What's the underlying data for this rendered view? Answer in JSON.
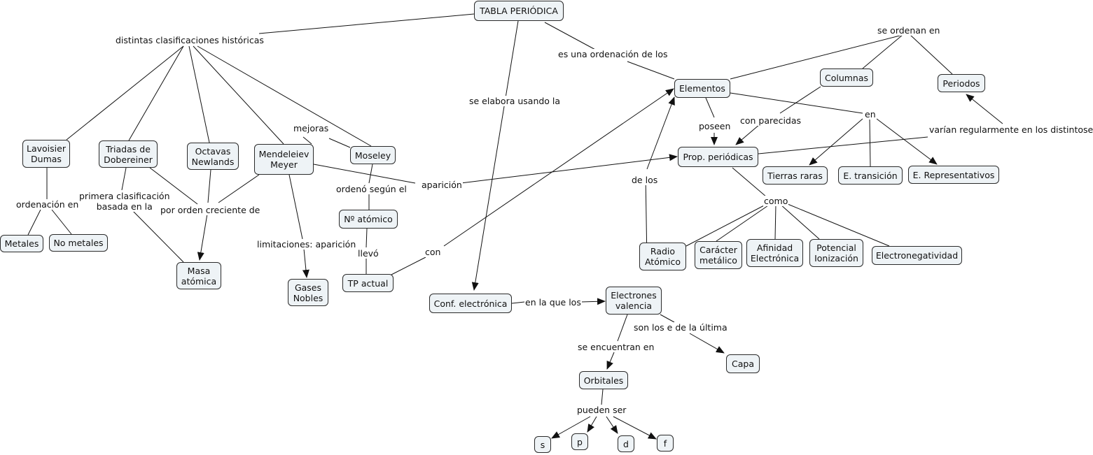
{
  "nodes": {
    "tabla": "TABLA PERIÓDICA",
    "lavoisier": "Lavoisier\nDumas",
    "triadas": "Triadas de\nDobereiner",
    "octavas": "Octavas\nNewlands",
    "mendeleiev": "Mendeleiev\nMeyer",
    "moseley": "Moseley",
    "metales": "Metales",
    "nometales": "No metales",
    "masa": "Masa\natómica",
    "gases": "Gases\nNobles",
    "natomico": "Nº atómico",
    "tpactual": "TP actual",
    "elementos": "Elementos",
    "columnas": "Columnas",
    "periodos": "Periodos",
    "propper": "Prop. periódicas",
    "tierras": "Tierras raras",
    "etransicion": "E. transición",
    "erepresentativos": "E. Representativos",
    "radio": "Radio\nAtómico",
    "caracter": "Carácter\nmetálico",
    "afinidad": "Afinidad\nElectrónica",
    "potencial": "Potencial\nIonización",
    "electroneg": "Electronegatividad",
    "conf": "Conf. electrónica",
    "electrones": "Electrones\nvalencia",
    "capa": "Capa",
    "orbitales": "Orbitales",
    "s": "s",
    "p": "p",
    "d": "d",
    "f": "f"
  },
  "labels": {
    "distintas": "distintas clasificaciones históricas",
    "esuna": "es una ordenación de los",
    "seelabora": "se elabora usando la",
    "seordenan": "se ordenan en",
    "mejoras": "mejoras",
    "ordenacion": "ordenación en",
    "primera": "primera clasificación\nbasada en la",
    "pororden": "por orden creciente de",
    "ordeno": "ordenó según el",
    "aparicion": "aparición",
    "limitaciones": "limitaciones: aparición",
    "llevo": "llevó",
    "con": "con",
    "poseen": "poseen",
    "conparecidas": "con parecidas",
    "en": "en",
    "varian": "varían regularmente en los distintose",
    "delos": "de los",
    "como": "como",
    "enlaque": "en la que los",
    "sonlos": "son los e de la última",
    "seencuentran": "se encuentran en",
    "puedenser": "pueden ser"
  }
}
